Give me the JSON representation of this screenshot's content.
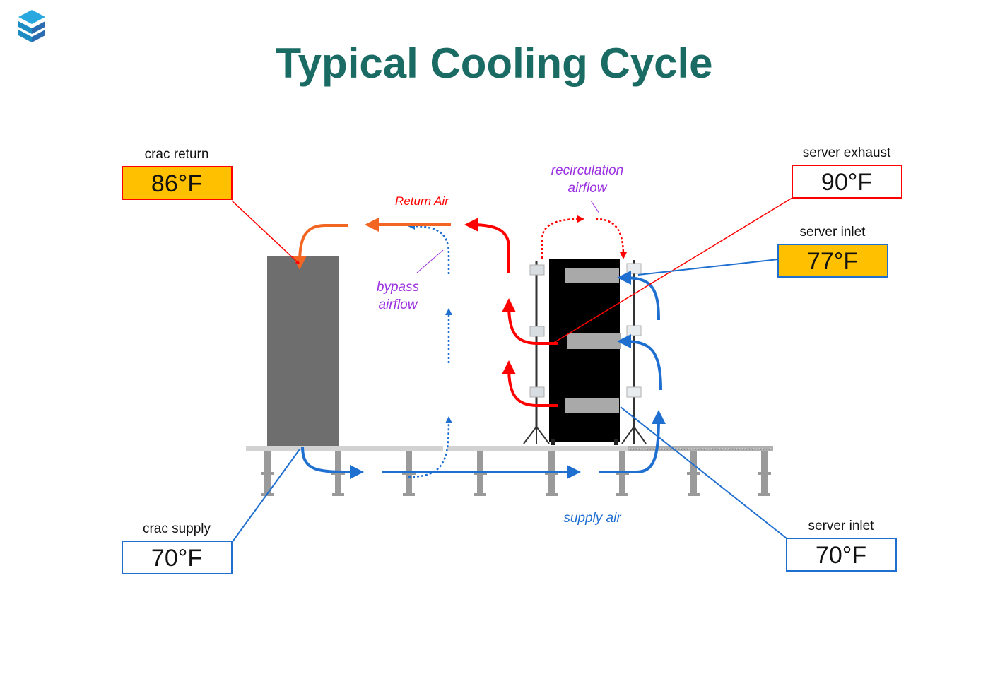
{
  "title": "Typical Cooling Cycle",
  "colors": {
    "title": "#1a6b63",
    "hot_box_fill": "#ffc000",
    "red": "#ff0000",
    "orange": "#f26522",
    "blue": "#1f6fd1",
    "purple": "#9b30e0",
    "crac_unit": "#6e6e6e",
    "rack": "#000000"
  },
  "logo": {
    "icon": "stacked-cubes-logo-icon"
  },
  "callouts": {
    "crac_return": {
      "label": "crac return",
      "value": "86°F"
    },
    "server_exhaust": {
      "label": "server exhaust",
      "value": "90°F"
    },
    "server_inlet_top": {
      "label": "server inlet",
      "value": "77°F"
    },
    "crac_supply": {
      "label": "crac supply",
      "value": "70°F"
    },
    "server_inlet_bottom": {
      "label": "server inlet",
      "value": "70°F"
    }
  },
  "flow_labels": {
    "return_air": "Return Air",
    "recirculation_1": "recirculation",
    "recirculation_2": "airflow",
    "bypass_1": "bypass",
    "bypass_2": "airflow",
    "supply_air": "supply air"
  }
}
